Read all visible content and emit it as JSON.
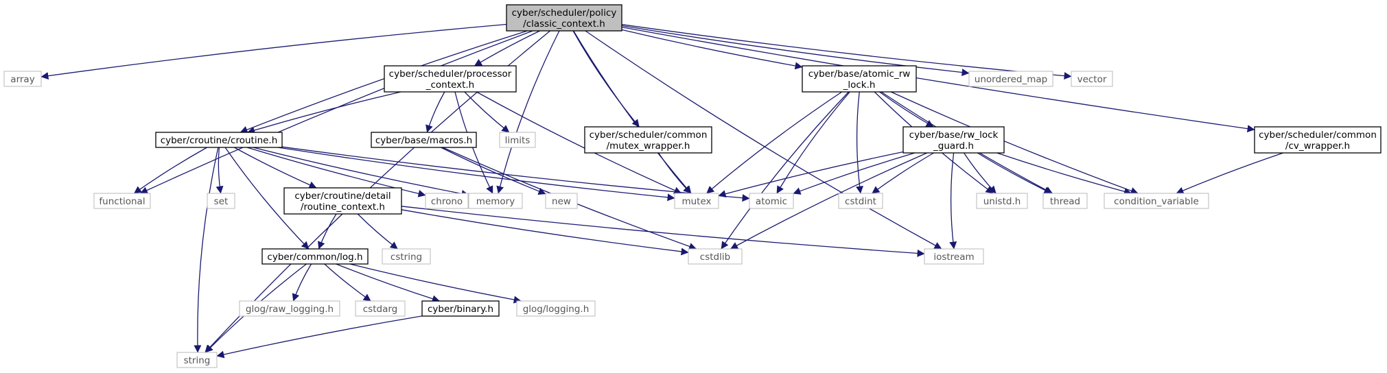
{
  "nodes": [
    {
      "id": "classic_context",
      "lines": [
        "cyber/scheduler/policy",
        "/classic_context.h"
      ],
      "kind": "root"
    },
    {
      "id": "array",
      "lines": [
        "array"
      ],
      "kind": "ext"
    },
    {
      "id": "functional",
      "lines": [
        "functional"
      ],
      "kind": "ext"
    },
    {
      "id": "string",
      "lines": [
        "string"
      ],
      "kind": "ext"
    },
    {
      "id": "croutine",
      "lines": [
        "cyber/croutine/croutine.h"
      ],
      "kind": "file"
    },
    {
      "id": "processor_context",
      "lines": [
        "cyber/scheduler/processor",
        "_context.h"
      ],
      "kind": "file"
    },
    {
      "id": "memory",
      "lines": [
        "memory"
      ],
      "kind": "ext"
    },
    {
      "id": "macros",
      "lines": [
        "cyber/base/macros.h"
      ],
      "kind": "file"
    },
    {
      "id": "limits",
      "lines": [
        "limits"
      ],
      "kind": "ext"
    },
    {
      "id": "mutex_wrapper",
      "lines": [
        "cyber/scheduler/common",
        "/mutex_wrapper.h"
      ],
      "kind": "file"
    },
    {
      "id": "mutex",
      "lines": [
        "mutex"
      ],
      "kind": "ext"
    },
    {
      "id": "atomic_rw_lock",
      "lines": [
        "cyber/base/atomic_rw",
        "_lock.h"
      ],
      "kind": "file"
    },
    {
      "id": "unordered_map",
      "lines": [
        "unordered_map"
      ],
      "kind": "ext"
    },
    {
      "id": "vector",
      "lines": [
        "vector"
      ],
      "kind": "ext"
    },
    {
      "id": "cv_wrapper",
      "lines": [
        "cyber/scheduler/common",
        "/cv_wrapper.h"
      ],
      "kind": "file"
    },
    {
      "id": "set",
      "lines": [
        "set"
      ],
      "kind": "ext"
    },
    {
      "id": "routine_context",
      "lines": [
        "cyber/croutine/detail",
        "/routine_context.h"
      ],
      "kind": "file"
    },
    {
      "id": "chrono",
      "lines": [
        "chrono"
      ],
      "kind": "ext"
    },
    {
      "id": "new",
      "lines": [
        "new"
      ],
      "kind": "ext"
    },
    {
      "id": "atomic",
      "lines": [
        "atomic"
      ],
      "kind": "ext"
    },
    {
      "id": "rw_lock_guard",
      "lines": [
        "cyber/base/rw_lock",
        "_guard.h"
      ],
      "kind": "file"
    },
    {
      "id": "cstdint",
      "lines": [
        "cstdint"
      ],
      "kind": "ext"
    },
    {
      "id": "unistd",
      "lines": [
        "unistd.h"
      ],
      "kind": "ext"
    },
    {
      "id": "thread",
      "lines": [
        "thread"
      ],
      "kind": "ext"
    },
    {
      "id": "condition_variable",
      "lines": [
        "condition_variable"
      ],
      "kind": "ext"
    },
    {
      "id": "log",
      "lines": [
        "cyber/common/log.h"
      ],
      "kind": "file"
    },
    {
      "id": "cstring",
      "lines": [
        "cstring"
      ],
      "kind": "ext"
    },
    {
      "id": "cstdlib",
      "lines": [
        "cstdlib"
      ],
      "kind": "ext"
    },
    {
      "id": "iostream",
      "lines": [
        "iostream"
      ],
      "kind": "ext"
    },
    {
      "id": "raw_logging",
      "lines": [
        "glog/raw_logging.h"
      ],
      "kind": "ext"
    },
    {
      "id": "cstdarg",
      "lines": [
        "cstdarg"
      ],
      "kind": "ext"
    },
    {
      "id": "binary",
      "lines": [
        "cyber/binary.h"
      ],
      "kind": "file"
    },
    {
      "id": "glog_logging",
      "lines": [
        "glog/logging.h"
      ],
      "kind": "ext"
    }
  ],
  "edges": [
    [
      "classic_context",
      "array"
    ],
    [
      "classic_context",
      "functional"
    ],
    [
      "classic_context",
      "string"
    ],
    [
      "classic_context",
      "croutine"
    ],
    [
      "classic_context",
      "processor_context"
    ],
    [
      "classic_context",
      "memory"
    ],
    [
      "classic_context",
      "mutex_wrapper"
    ],
    [
      "classic_context",
      "mutex"
    ],
    [
      "classic_context",
      "atomic_rw_lock"
    ],
    [
      "classic_context",
      "unordered_map"
    ],
    [
      "classic_context",
      "vector"
    ],
    [
      "classic_context",
      "cv_wrapper"
    ],
    [
      "classic_context",
      "iostream"
    ],
    [
      "processor_context",
      "croutine"
    ],
    [
      "processor_context",
      "macros"
    ],
    [
      "processor_context",
      "limits"
    ],
    [
      "processor_context",
      "memory"
    ],
    [
      "processor_context",
      "mutex"
    ],
    [
      "croutine",
      "functional"
    ],
    [
      "croutine",
      "set"
    ],
    [
      "croutine",
      "string"
    ],
    [
      "croutine",
      "log"
    ],
    [
      "croutine",
      "routine_context"
    ],
    [
      "croutine",
      "chrono"
    ],
    [
      "croutine",
      "memory"
    ],
    [
      "croutine",
      "mutex"
    ],
    [
      "croutine",
      "atomic"
    ],
    [
      "macros",
      "new"
    ],
    [
      "macros",
      "cstdlib"
    ],
    [
      "mutex_wrapper",
      "mutex"
    ],
    [
      "atomic_rw_lock",
      "mutex"
    ],
    [
      "atomic_rw_lock",
      "atomic"
    ],
    [
      "atomic_rw_lock",
      "cstdlib"
    ],
    [
      "atomic_rw_lock",
      "cstdint"
    ],
    [
      "atomic_rw_lock",
      "rw_lock_guard"
    ],
    [
      "atomic_rw_lock",
      "unistd"
    ],
    [
      "atomic_rw_lock",
      "thread"
    ],
    [
      "atomic_rw_lock",
      "condition_variable"
    ],
    [
      "rw_lock_guard",
      "mutex"
    ],
    [
      "rw_lock_guard",
      "atomic"
    ],
    [
      "rw_lock_guard",
      "cstdint"
    ],
    [
      "rw_lock_guard",
      "cstdlib"
    ],
    [
      "rw_lock_guard",
      "iostream"
    ],
    [
      "rw_lock_guard",
      "unistd"
    ],
    [
      "rw_lock_guard",
      "thread"
    ],
    [
      "rw_lock_guard",
      "condition_variable"
    ],
    [
      "cv_wrapper",
      "condition_variable"
    ],
    [
      "routine_context",
      "log"
    ],
    [
      "routine_context",
      "cstring"
    ],
    [
      "routine_context",
      "cstdlib"
    ],
    [
      "routine_context",
      "iostream"
    ],
    [
      "log",
      "string"
    ],
    [
      "log",
      "raw_logging"
    ],
    [
      "log",
      "cstdarg"
    ],
    [
      "log",
      "binary"
    ],
    [
      "log",
      "glog_logging"
    ],
    [
      "binary",
      "string"
    ]
  ],
  "colors": {
    "edge": "#191970",
    "root_fill": "#bfbfbf",
    "box_border": "#000000",
    "ext_border": "#c0c0c0"
  }
}
